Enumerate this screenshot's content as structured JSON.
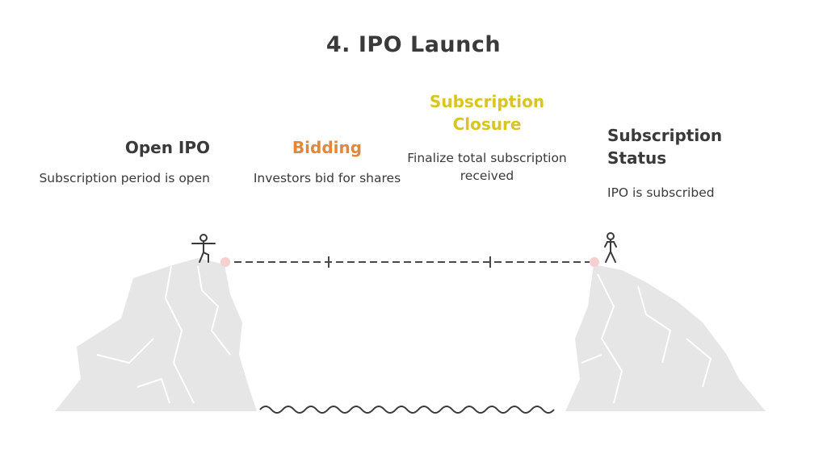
{
  "title": "4. IPO Launch",
  "colors": {
    "text": "#3a3a3a",
    "step2_accent": "#e3873a",
    "step3_accent": "#d9c326",
    "rock": "#e6e6e6",
    "endpoint": "#f8cfcf"
  },
  "steps": [
    {
      "heading": "Open IPO",
      "description": "Subscription period is open",
      "color": "#3a3a3a"
    },
    {
      "heading": "Bidding",
      "description": "Investors bid for shares",
      "color": "#e3873a"
    },
    {
      "heading": "Subscription Closure",
      "description": "Finalize total subscription received",
      "color": "#d9c326"
    },
    {
      "heading": "Subscription Status",
      "description": "IPO is subscribed",
      "color": "#3a3a3a"
    }
  ]
}
